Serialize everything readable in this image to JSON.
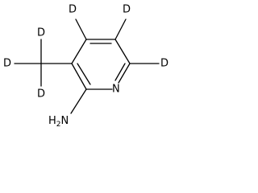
{
  "molecule": {
    "atoms": {
      "d_top_left": "D",
      "d_top_right": "D",
      "d_right": "D",
      "d_methyl_top": "D",
      "d_methyl_left": "D",
      "d_methyl_bottom": "D",
      "ring_nitrogen": "N",
      "amine_h": "H",
      "amine_sub": "2",
      "amine_n": "N"
    },
    "colors": {
      "bond": "#000000",
      "label": "#000000",
      "background": "#ffffff"
    }
  }
}
